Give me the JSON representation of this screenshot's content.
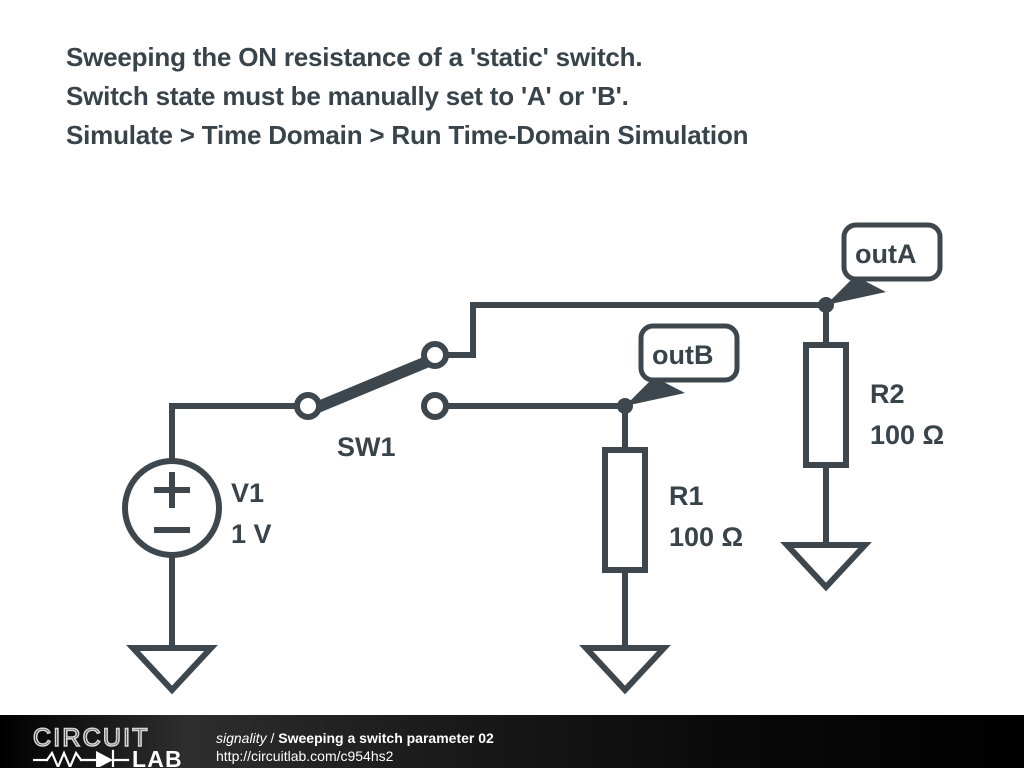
{
  "header": {
    "lines": [
      "Sweeping the ON resistance of a 'static' switch.",
      "Switch state must be manually set to 'A' or 'B'.",
      "Simulate > Time Domain > Run Time-Domain Simulation"
    ]
  },
  "schematic": {
    "components": {
      "v1": {
        "name": "V1",
        "value": "1 V",
        "type": "voltage-source",
        "plus": "+",
        "minus": "−"
      },
      "sw1": {
        "name": "SW1",
        "type": "spdt-switch",
        "state": "A"
      },
      "r1": {
        "name": "R1",
        "value": "100 Ω",
        "type": "resistor"
      },
      "r2": {
        "name": "R2",
        "value": "100 Ω",
        "type": "resistor"
      }
    },
    "net_labels": [
      {
        "name": "outA"
      },
      {
        "name": "outB"
      }
    ],
    "colors": {
      "wire": "#3d474d",
      "text": "#39434a",
      "background": "#ffffff"
    }
  },
  "footer": {
    "logo_top": "CIRCUIT",
    "logo_bottom": "LAB",
    "brand": "signality",
    "separator": " / ",
    "title": "Sweeping a switch parameter 02",
    "url": "http://circuitlab.com/c954hs2",
    "background": "#000000"
  }
}
